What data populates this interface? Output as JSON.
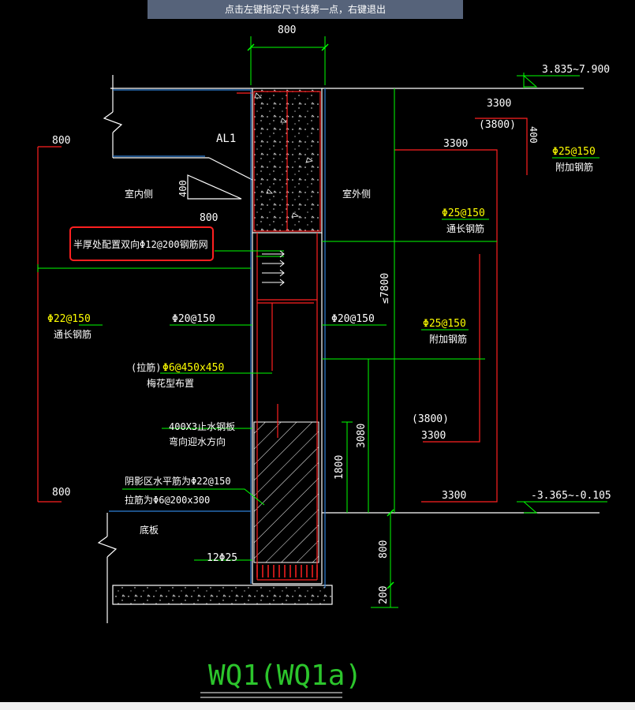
{
  "prompt": "点击左键指定尺寸线第一点，右键退出",
  "dims": {
    "top_800": "800",
    "dim_800_upper": "800",
    "dim_800_lower": "800",
    "dim_800_ledge": "800",
    "slope_400": "400",
    "v_7800": "≤7800",
    "v_3080": "3080",
    "v_1800": "1800",
    "v_800": "800",
    "v_200": "200",
    "v_400": "400"
  },
  "elev": {
    "top": "3.835~7.900",
    "bottom": "-3.365~-0.105"
  },
  "labels": {
    "al1": "AL1",
    "inside": "室内侧",
    "outside": "室外侧",
    "note_box": "半厚处配置双向Φ12@200钢筋网",
    "bottom_slab": "底板",
    "waterstop_1": "400X3止水钢板",
    "waterstop_2": "弯向迎水方向",
    "shade_1": "阴影区水平筋为Φ22@150",
    "shade_2": "拉筋为Φ6@200x300",
    "tie_prefix": "(拉筋)",
    "tie_spec": "Φ6@450x450",
    "plum": "梅花型布置",
    "bars_12": "12Φ25"
  },
  "rebar": {
    "left_22": "Φ22@150",
    "left_22_note": "通长钢筋",
    "phi20_left": "Φ20@150",
    "phi20_right": "Φ20@150",
    "r25_top": "Φ25@150",
    "r25_top_note": "附加钢筋",
    "r25_mid": "Φ25@150",
    "r25_mid_note": "通长钢筋",
    "r25_low": "Φ25@150",
    "r25_low_note": "附加钢筋"
  },
  "lengths": {
    "l3300_a": "3300",
    "l3800_a": "(3800)",
    "l3300_b": "3300",
    "l3800_b": "(3800)",
    "l3300_c": "3300",
    "l3300_d": "3300"
  },
  "title": "WQ1(WQ1a)",
  "colors": {
    "background": "#000000",
    "green": "#00ff00",
    "white": "#ffffff",
    "red": "#ff2020",
    "yellow": "#ffff00",
    "blue": "#2f7fd6",
    "cyan": "#00e5e5",
    "prompt_bar": "#56637a",
    "title_green": "#2cc52c"
  }
}
